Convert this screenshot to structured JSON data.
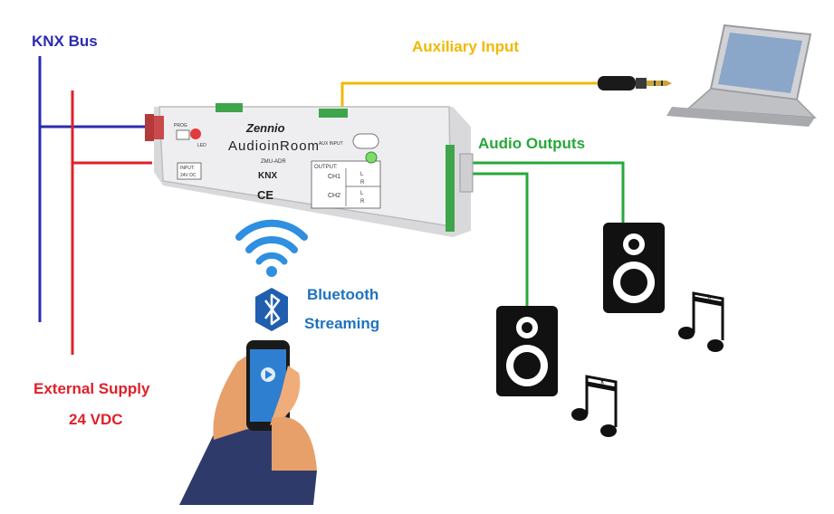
{
  "labels": {
    "knx_bus": "KNX Bus",
    "auxiliary_input": "Auxiliary Input",
    "audio_outputs": "Audio Outputs",
    "bluetooth_line1": "Bluetooth",
    "bluetooth_line2": "Streaming",
    "external_supply_line1": "External Supply",
    "external_supply_line2": "24 VDC"
  },
  "device": {
    "brand": "Zennio",
    "product_name": "AudioinRoom",
    "model": "ZMU-ADR",
    "knx_mark": "KNX",
    "ce_mark": "CE",
    "output_label": "OUTPUT:",
    "ch1": "CH1",
    "ch2": "CH2",
    "left": "L",
    "right": "R",
    "input_label": "INPUT:",
    "voltage": "24V DC",
    "aux_input_label": "AUX INPUT",
    "prog_label": "PROG",
    "led_label": "LED"
  },
  "colors": {
    "knx_bus": "#2b2bb0",
    "external_supply": "#e0202a",
    "auxiliary_input": "#f2b800",
    "audio_outputs": "#27a83a",
    "bluetooth": "#1e73be",
    "speaker": "#111111",
    "device_body": "#e8e8ea"
  }
}
